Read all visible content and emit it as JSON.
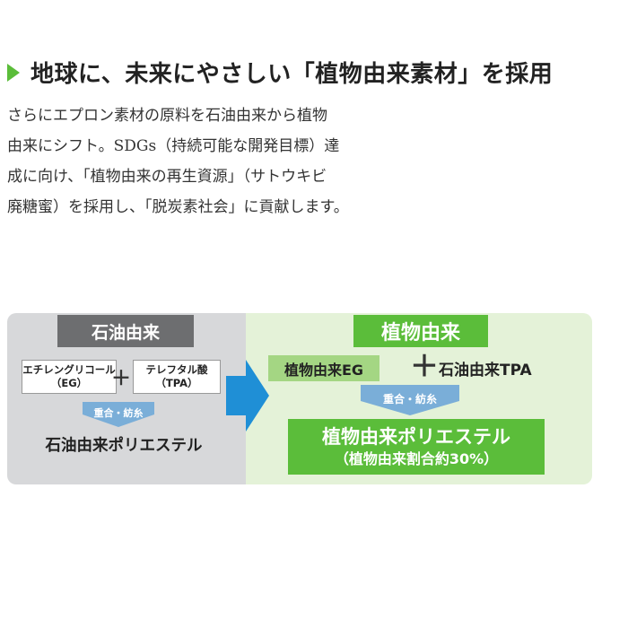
{
  "heading": {
    "title": "地球に、未来にやさしい「植物由来素材」を採用",
    "accent_color": "#5bbd3a"
  },
  "body_lines": [
    "さらにエプロン素材の原料を石油由来から植物",
    "由来にシフト。SDGs（持続可能な開発目標）達",
    "成に向け、「植物由来の再生資源」（サトウキビ",
    "廃糖蜜）を採用し、「脱炭素社会」に貢献します。"
  ],
  "diagram": {
    "left": {
      "header": "石油由来",
      "component_eg": {
        "line1": "エチレングリコール",
        "line2": "（EG）"
      },
      "plus": "＋",
      "component_tpa": {
        "line1": "テレフタル酸",
        "line2": "（TPA）"
      },
      "arrow_label": "重合・紡糸",
      "result": "石油由来ポリエステル",
      "panel_color": "#d7d8da",
      "header_color": "#6d6e70"
    },
    "right": {
      "header": "植物由来",
      "eg_box": "植物由来EG",
      "plus": "＋",
      "tpa": "石油由来TPA",
      "arrow_label": "重合・紡糸",
      "result_line1": "植物由来ポリエステル",
      "result_line2": "（植物由来割合約30%）",
      "panel_color": "#e4f2d8",
      "green_color": "#5bbd3a",
      "light_green_color": "#a4d683"
    },
    "transition_arrow_color": "#1f8fd6",
    "down_arrow_color": "#6fb1e0"
  }
}
